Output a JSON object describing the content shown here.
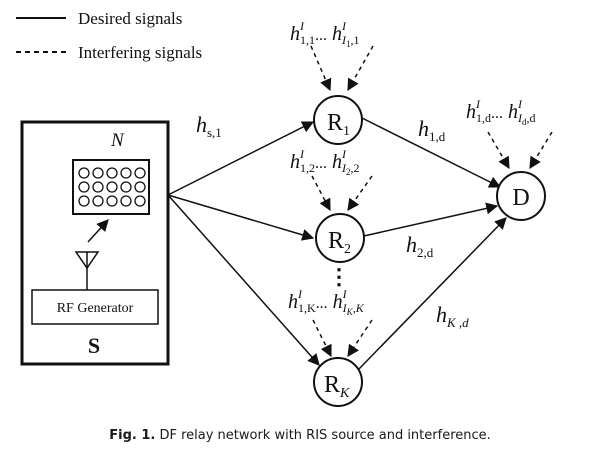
{
  "legend": {
    "desired": "Desired signals",
    "interfering": "Interfering signals"
  },
  "source": {
    "ris_label": "N",
    "generator": "RF Generator",
    "label": "S"
  },
  "nodes": {
    "relay_1": {
      "base": "R",
      "sub": "1"
    },
    "relay_2": {
      "base": "R",
      "sub": "2"
    },
    "relay_k": {
      "base": "R",
      "sub": "K"
    },
    "destination": "D",
    "dots": "⋮"
  },
  "channels": {
    "hs1": {
      "base": "h",
      "sub": "s,1"
    },
    "h1d": {
      "base": "h",
      "sub": "1,d"
    },
    "h2d": {
      "base": "h",
      "sub": "2,d"
    },
    "hKd": {
      "base": "h",
      "sub": "K ,d"
    }
  },
  "interference": {
    "r1": {
      "first_sub": "1,1",
      "dots": "...",
      "last_sub": "I",
      "last_sub2": "1",
      "last_tail": ",1"
    },
    "r2": {
      "first_sub": "1,2",
      "dots": "...",
      "last_sub": "I",
      "last_sub2": "2",
      "last_tail": ",2"
    },
    "rK": {
      "first_sub": "1,K",
      "dots": "...",
      "last_sub": "I",
      "last_sub2": "K",
      "last_tail": ",K"
    },
    "d": {
      "first_sub": "1,d",
      "dots": "...",
      "last_sub": "I",
      "last_sub2": "d",
      "last_tail": ",d"
    },
    "sup": "I"
  },
  "caption": {
    "prefix": "Fig. 1.",
    "text": " DF relay network with RIS source and interference."
  }
}
